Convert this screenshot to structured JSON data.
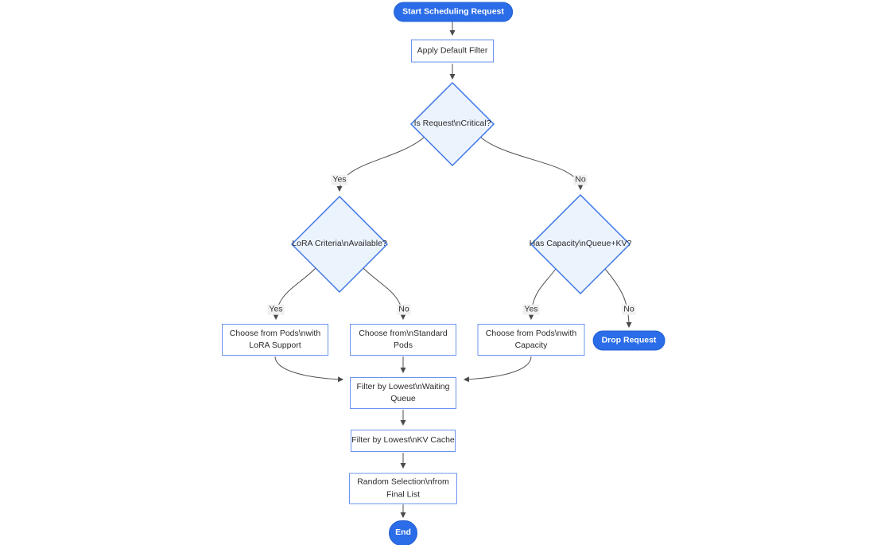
{
  "diagram": {
    "nodes": {
      "start": {
        "label": "Start Scheduling Request"
      },
      "apply_filter": {
        "label": "Apply Default Filter"
      },
      "is_critical": {
        "label": "Is Request\\nCritical?"
      },
      "lora_criteria": {
        "label": "LoRA Criteria\\nAvailable?"
      },
      "has_capacity": {
        "label": "Has Capacity\\nQueue+KV?"
      },
      "choose_lora": {
        "label": [
          "Choose from Pods\\nwith",
          "LoRA Support"
        ]
      },
      "choose_standard": {
        "label": [
          "Choose from\\nStandard",
          "Pods"
        ]
      },
      "choose_capacity": {
        "label": [
          "Choose from Pods\\nwith",
          "Capacity"
        ]
      },
      "drop_request": {
        "label": "Drop Request"
      },
      "filter_waiting": {
        "label": [
          "Filter by Lowest\\nWaiting",
          "Queue"
        ]
      },
      "filter_kv": {
        "label": "Filter by Lowest\\nKV Cache"
      },
      "random_selection": {
        "label": [
          "Random Selection\\nfrom",
          "Final List"
        ]
      },
      "end": {
        "label": "End"
      }
    },
    "edge_labels": {
      "critical_yes": "Yes",
      "critical_no": "No",
      "lora_yes": "Yes",
      "lora_no": "No",
      "capacity_yes": "Yes",
      "capacity_no": "No"
    },
    "colors": {
      "pill_fill": "#2b6ce8",
      "diamond_fill": "#ebf3fd",
      "diamond_border": "#3f77e6",
      "rect_border": "#6b93ee",
      "edge_line": "#4f4f4f",
      "text": "#2b2b2b",
      "edge_label_bg": "#f0f0f0",
      "background": "#ffffff"
    }
  }
}
